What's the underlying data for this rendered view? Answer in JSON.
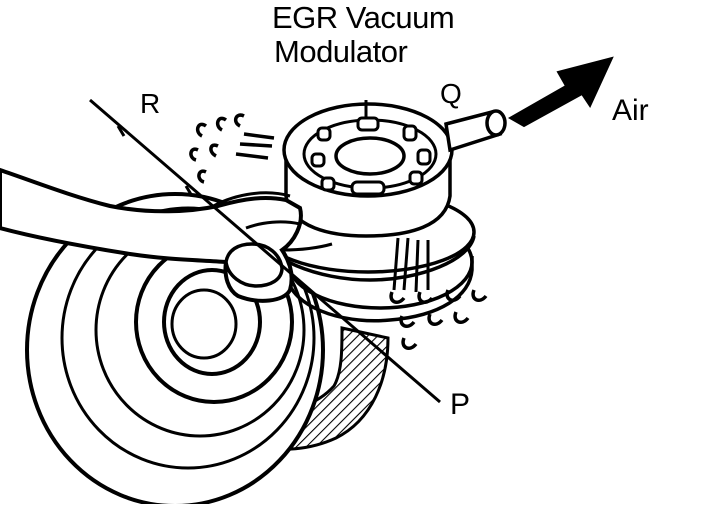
{
  "title": {
    "line1": "EGR Vacuum",
    "line2": "Modulator"
  },
  "labels": {
    "r": "R",
    "q": "Q",
    "p": "P",
    "air": "Air"
  }
}
